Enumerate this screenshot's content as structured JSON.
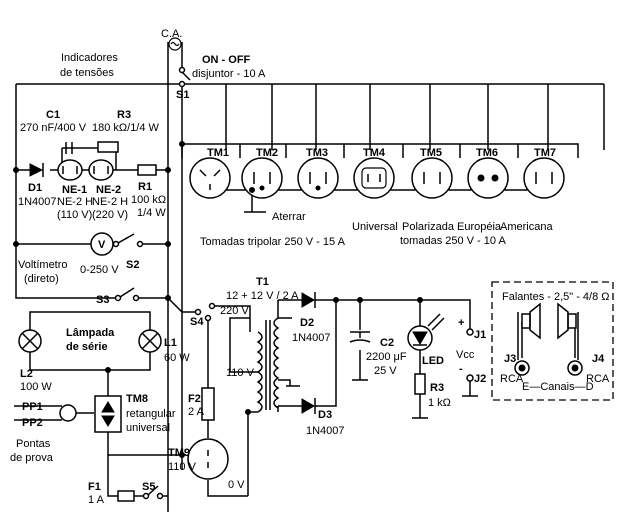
{
  "labels": {
    "ca": "C.A.",
    "indicadores_line1": "Indicadores",
    "indicadores_line2": "de tensões",
    "onoff": "ON - OFF",
    "disjuntor": "disjuntor - 10 A",
    "s1": "S1",
    "c1": "C1",
    "c1_value": "270 nF/400 V",
    "r3_top": "R3",
    "r3_top_value": "180 kΩ/1/4 W",
    "d1": "D1",
    "d1_value": "1N4007",
    "ne1": "NE-1",
    "ne1_type": "NE-2 H",
    "ne1_volt": "(110 V)",
    "ne2": "NE-2",
    "ne2_type": "NE-2 H",
    "ne2_volt": "(220 V)",
    "r1": "R1",
    "r1_value1": "100 kΩ",
    "r1_value2": "1/4 W",
    "tm1": "TM1",
    "tm2": "TM2",
    "tm3": "TM3",
    "tm4": "TM4",
    "tm5": "TM5",
    "tm6": "TM6",
    "tm7": "TM7",
    "aterrar": "Aterrar",
    "universal": "Universal",
    "polarizada": "Polarizada",
    "europeia": "Européia",
    "americana": "Americana",
    "tomadas_tripolar": "Tomadas tripolar 250 V - 15 A",
    "tomadas_250": "tomadas 250 V - 10 A",
    "v": "V",
    "s2": "S2",
    "voltimetro1": "Voltímetro",
    "voltimetro_range": "0-250 V",
    "voltimetro2": "(direto)",
    "s3": "S3",
    "lampada1": "Lâmpada",
    "lampada2": "de série",
    "l1": "L1",
    "l1_value": "60 W",
    "l2": "L2",
    "l2_value": "100 W",
    "pp1": "PP1",
    "pp2": "PP2",
    "pontas1": "Pontas",
    "pontas2": "de prova",
    "tm8": "TM8",
    "tm8_desc1": "retangular",
    "tm8_desc2": "universal",
    "f1": "F1",
    "f1_value": "1 A",
    "s5": "S5",
    "s4": "S4",
    "t1": "T1",
    "t1_value": "12 + 12 V / 2 A",
    "v220": "220 V",
    "v110": "110 V",
    "v0": "0 V",
    "f2": "F2",
    "f2_value": "2 A",
    "tm9": "TM9",
    "tm9_value": "110 V",
    "d2": "D2",
    "d2_value": "1N4007",
    "d3": "D3",
    "d3_value": "1N4007",
    "c2": "C2",
    "c2_value1": "2200 μF",
    "c2_value2": "25 V",
    "led": "LED",
    "r3": "R3",
    "r3_value": "1 kΩ",
    "vcc": "Vcc",
    "j1": "J1",
    "j2": "J2",
    "plus": "+",
    "minus": "-",
    "falantes": "Falantes - 2,5\" - 4/8 Ω",
    "j3": "J3",
    "j4": "J4",
    "rca_l": "RCA",
    "rca_r": "RCA",
    "canais": "E—Canais—D"
  }
}
